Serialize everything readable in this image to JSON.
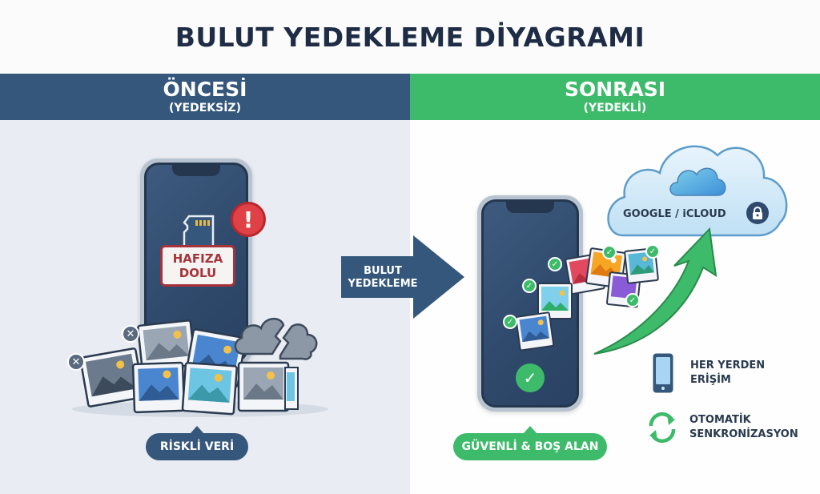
{
  "title": "BULUT YEDEKLEME DİYAGRAMI",
  "colors": {
    "dark_blue": "#35577b",
    "green": "#3dbb6a",
    "red": "#e04146",
    "title_text": "#1e2d45",
    "left_bg": "#e9ecf2",
    "right_bg": "#fdfefd"
  },
  "before": {
    "heading": "ÖNCESİ",
    "subheading": "(YEDEKSİZ)",
    "phone_warning": {
      "line1": "HAFIZA",
      "line2": "DOLU",
      "icon": "alert-exclamation-icon"
    },
    "photos_icon": "photo-pile-icon",
    "broken_cloud_icon": "broken-cloud-icon",
    "label": "RİSKLİ VERİ"
  },
  "transition": {
    "line1": "BULUT",
    "line2": "YEDEKLEME"
  },
  "after": {
    "heading": "SONRASI",
    "subheading": "(YEDEKLİ)",
    "cloud_label": "GOOGLE / iCLOUD",
    "cloud_lock_icon": "lock-icon",
    "label": "GÜVENLİ & BOŞ ALAN",
    "features": [
      {
        "icon": "phone-icon",
        "line1": "HER YERDEN",
        "line2": "ERİŞİM"
      },
      {
        "icon": "sync-icon",
        "line1": "OTOMATİK",
        "line2": "SENKRONİZASYON"
      }
    ]
  }
}
